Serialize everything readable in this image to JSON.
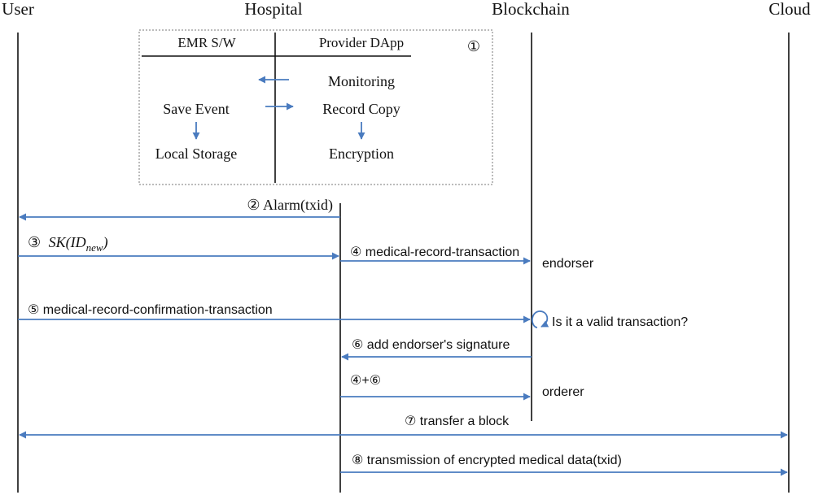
{
  "actors": {
    "user": "User",
    "hospital": "Hospital",
    "blockchain": "Blockchain",
    "cloud": "Cloud"
  },
  "box": {
    "step": "①",
    "left_title": "EMR S/W",
    "right_title": "Provider DApp",
    "monitoring": "Monitoring",
    "save_event": "Save Event",
    "record_copy": "Record Copy",
    "local_storage": "Local Storage",
    "encryption": "Encryption"
  },
  "messages": {
    "alarm": "② Alarm(txid)",
    "sk_prefix": "③",
    "sk_main": "SK(ID",
    "sk_sub": "new",
    "sk_close": ")",
    "medical_record_tx": "④ medical-record-transaction",
    "confirmation_tx": "⑤ medical-record-confirmation-transaction",
    "add_signature": "⑥ add endorser's signature",
    "combined": "④+⑥",
    "transfer_block": "⑦ transfer a block",
    "transmission": "⑧ transmission of encrypted medical data(txid)"
  },
  "notes": {
    "endorser": "endorser",
    "valid_question": "Is it a valid transaction?",
    "orderer": "orderer"
  },
  "colors": {
    "arrow": "#4a7bbf",
    "text": "#111111",
    "box_border": "#777777"
  }
}
